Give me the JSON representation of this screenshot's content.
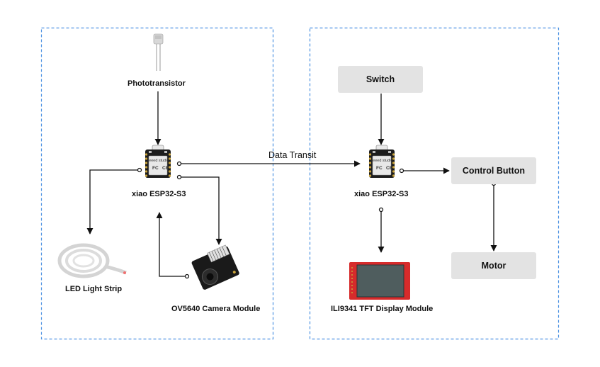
{
  "colors": {
    "group_border": "#4a90e2",
    "box_fill": "#e3e3e3",
    "arrow": "#111111",
    "board_pcb": "#1d1d1d",
    "board_metal": "#e8e8e8",
    "pin_gold": "#c9a33a",
    "display_red": "#d62b2b",
    "display_screen": "#4f5d5e",
    "camera_pcb": "#1a1a1a"
  },
  "left_group": {
    "phototransistor_label": "Phototransistor",
    "mcu_label": "xiao ESP32-S3",
    "led_strip_label": "LED Light Strip",
    "camera_label": "OV5640 Camera Module"
  },
  "center": {
    "data_transit_label": "Data Transit"
  },
  "right_group": {
    "switch_label": "Switch",
    "mcu_label": "xiao ESP32-S3",
    "control_button_label": "Control Button",
    "motor_label": "Motor",
    "display_label": "ILI9341 TFT Display Module"
  },
  "board_text": {
    "brand": "seeed studio",
    "fcc": "FC",
    "ce": "CE"
  },
  "icons": {
    "phototransistor": "phototransistor-icon",
    "mcu": "microcontroller-board-icon",
    "led_strip": "led-strip-reel-icon",
    "camera": "camera-module-icon",
    "display": "tft-display-icon"
  }
}
